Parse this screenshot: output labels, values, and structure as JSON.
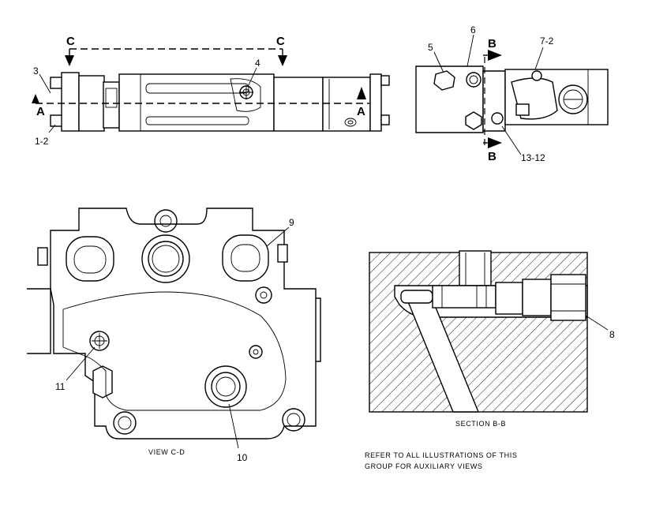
{
  "callouts": {
    "c1": "1-2",
    "c3": "3",
    "c4": "4",
    "c5": "5",
    "c6": "6",
    "c7": "7-2",
    "c8": "8",
    "c9": "9",
    "c10": "10",
    "c11": "11",
    "c13": "13-12"
  },
  "section_marks": {
    "a_left": "A",
    "a_right": "A",
    "b_top": "B",
    "b_bottom": "B",
    "c_left": "C",
    "c_right": "C"
  },
  "captions": {
    "view_cd": "VIEW C-D",
    "section_bb": "SECTION B-B",
    "note_line1": "REFER TO ALL ILLUSTRATIONS OF THIS",
    "note_line2": "GROUP FOR AUXILIARY VIEWS"
  }
}
